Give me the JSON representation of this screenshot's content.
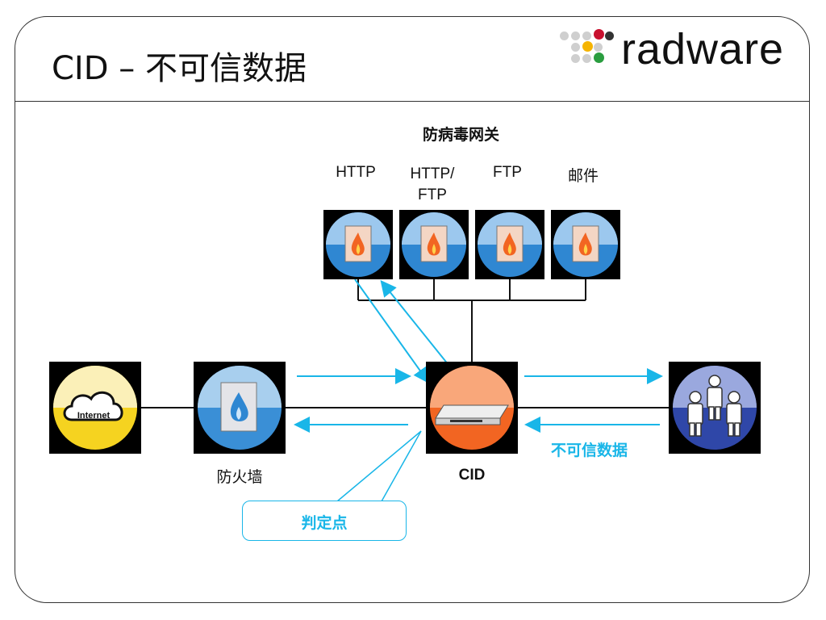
{
  "title": "CID – 不可信数据",
  "logo": {
    "text": "radware"
  },
  "gateway_group": {
    "title": "防病毒网关",
    "items": [
      {
        "label": "HTTP"
      },
      {
        "label": "HTTP/\nFTP"
      },
      {
        "label": "FTP"
      },
      {
        "label": "邮件"
      }
    ]
  },
  "nodes": {
    "internet": {
      "label": "Internet"
    },
    "firewall": {
      "label": "防火墙"
    },
    "cid": {
      "label": "CID"
    },
    "users": {
      "label": ""
    }
  },
  "untrusted_label": "不可信数据",
  "callout": {
    "label": "判定点"
  },
  "colors": {
    "accent": "#19b6e8",
    "cid_orange": "#f26522",
    "internet_yellow": "#f5d320",
    "firewall_blue": "#3a8fd6",
    "users_blue": "#2f47a8",
    "logo_dots": [
      "#cccccc",
      "#cccccc",
      "#c8102e",
      "#333333",
      "#cccccc",
      "#f5b400",
      "#cccccc",
      "#cccccc",
      "#2a9d3f"
    ]
  },
  "icons": [
    "internet-cloud-icon",
    "firewall-icon",
    "antivirus-gateway-icon",
    "cid-appliance-icon",
    "users-icon"
  ]
}
